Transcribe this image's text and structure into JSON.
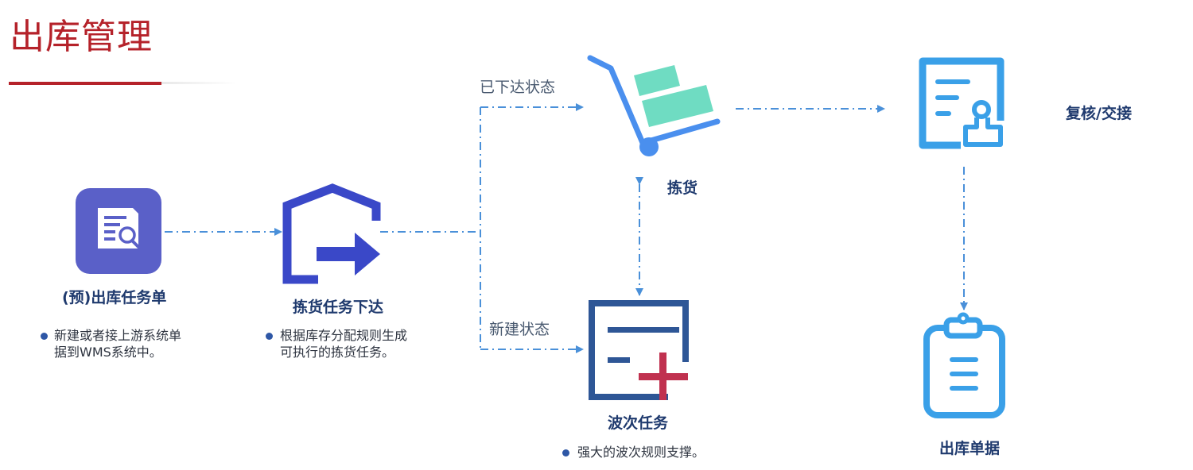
{
  "page": {
    "title": "出库管理"
  },
  "nodes": {
    "pre_outbound_task": {
      "label": "(预)出库任务单",
      "desc": "新建或者接上游系统单据到WMS系统中。"
    },
    "picking_issue": {
      "label": "拣货任务下达",
      "desc": "根据库存分配规则生成可执行的拣货任务。"
    },
    "picking": {
      "label": "拣货"
    },
    "wave_task": {
      "label": "波次任务",
      "desc": "强大的波次规则支撑。"
    },
    "review_handover": {
      "label": "复核/交接"
    },
    "outbound_doc": {
      "label": "出库单据"
    }
  },
  "edges": {
    "issued_status": "已下达状态",
    "new_status": "新建状态"
  },
  "colors": {
    "title_red": "#b5222a",
    "dash_blue": "#4a90d9",
    "purple": "#5a60c8",
    "royal_blue": "#3a48c8",
    "navy": "#2e5696",
    "crimson": "#c0314f",
    "teal": "#6fdcc2",
    "light_blue": "#3aa0e8",
    "cart_blue": "#4a8fee"
  },
  "icons": [
    "document-search-icon",
    "warehouse-exit-icon",
    "cart-icon",
    "list-add-icon",
    "document-stamp-icon",
    "clipboard-icon"
  ]
}
